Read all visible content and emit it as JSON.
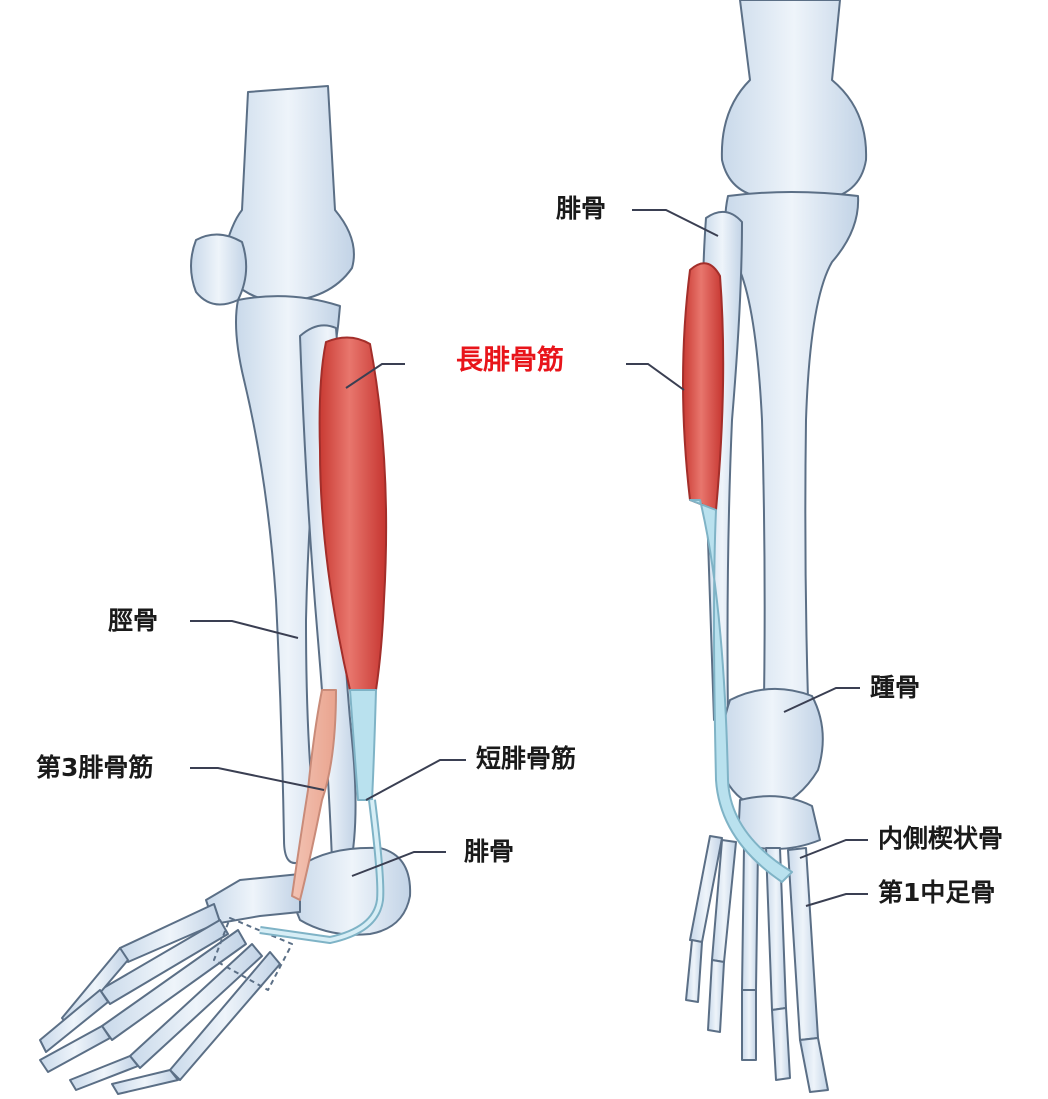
{
  "labels": {
    "peroneus_longus": "長腓骨筋",
    "fibula_top_right": "腓骨",
    "tibia": "脛骨",
    "peroneus_tertius": "第3腓骨筋",
    "peroneus_brevis": "短腓骨筋",
    "fibula_bottom_left": "腓骨",
    "calcaneus": "踵骨",
    "medial_cuneiform": "内側楔状骨",
    "first_metatarsal": "第1中足骨"
  },
  "colors": {
    "highlight_label": "#e8141a",
    "label": "#1a1a1a",
    "bone_fill": "#dde9f4",
    "bone_stroke": "#5b6f86",
    "muscle": "#d9473f",
    "tendon": "#b9e1ee",
    "leader_line": "#3a3f52"
  }
}
